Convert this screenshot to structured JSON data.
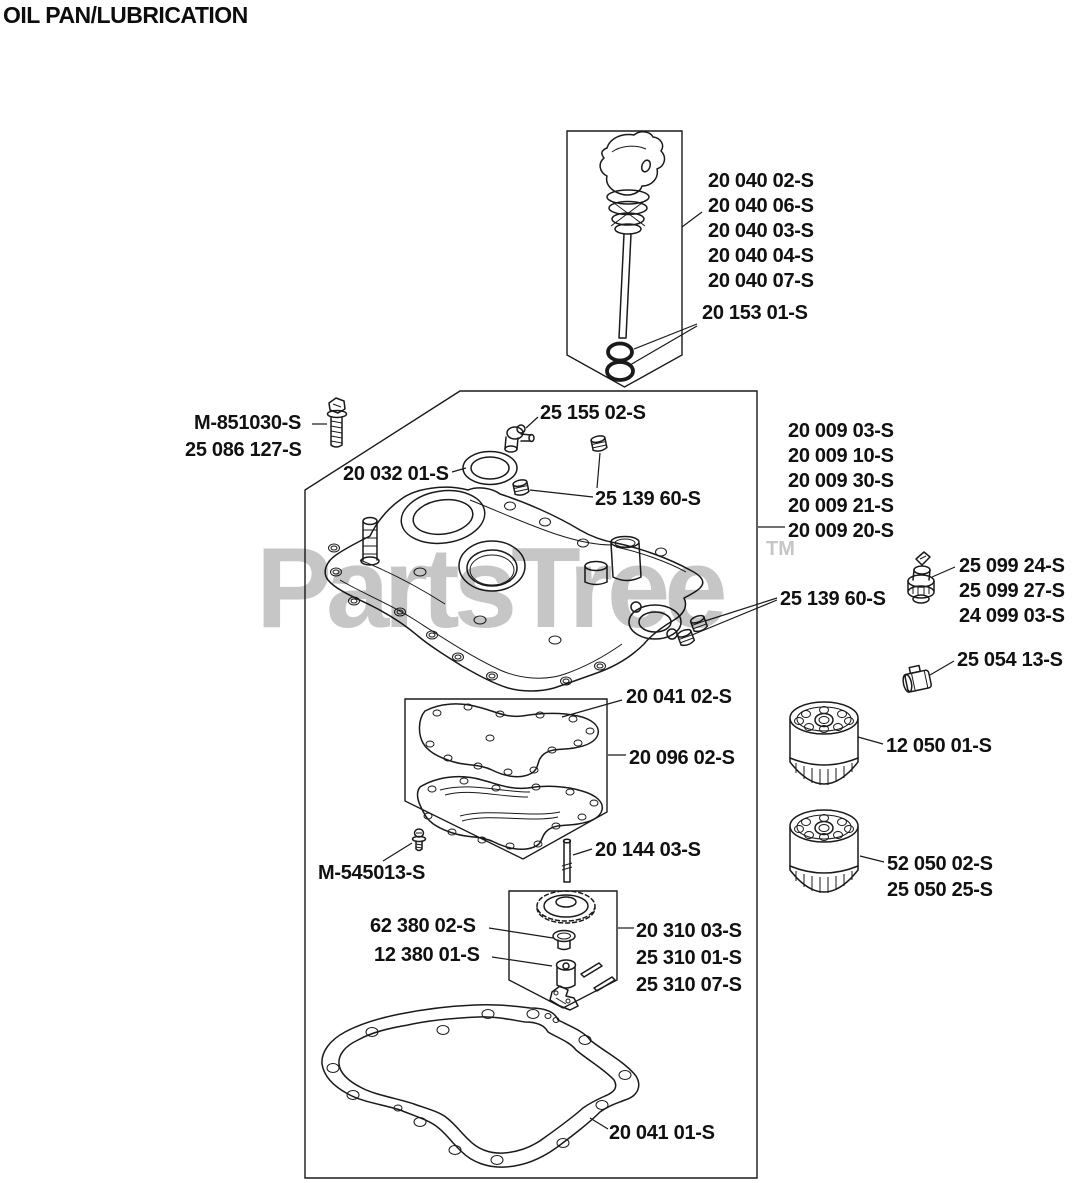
{
  "page": {
    "title": "OIL PAN/LUBRICATION"
  },
  "watermark": {
    "text": "PartsTree",
    "tm": "TM",
    "color": "#c6c6c6"
  },
  "colors": {
    "line": "#1a1a1a",
    "background": "#ffffff",
    "watermark": "#c6c6c6"
  },
  "diagram": {
    "part_labels": [
      {
        "text": "20 040 02-S"
      },
      {
        "text": "20 040 06-S"
      },
      {
        "text": "20 040 03-S"
      },
      {
        "text": "20 040 04-S"
      },
      {
        "text": "20 040 07-S"
      },
      {
        "text": "20 153 01-S"
      },
      {
        "text": "M-851030-S"
      },
      {
        "text": "25 086 127-S"
      },
      {
        "text": "25 155 02-S"
      },
      {
        "text": "20 032 01-S"
      },
      {
        "text": "25 139 60-S"
      },
      {
        "text": "20 009 03-S"
      },
      {
        "text": "20 009 10-S"
      },
      {
        "text": "20 009 30-S"
      },
      {
        "text": "20 009 21-S"
      },
      {
        "text": "20 009 20-S"
      },
      {
        "text": "25 099 24-S"
      },
      {
        "text": "25 099 27-S"
      },
      {
        "text": "24 099 03-S"
      },
      {
        "text": "25 139 60-S"
      },
      {
        "text": "25 054 13-S"
      },
      {
        "text": "20 041 02-S"
      },
      {
        "text": "12 050 01-S"
      },
      {
        "text": "20 096 02-S"
      },
      {
        "text": "52 050 02-S"
      },
      {
        "text": "25 050 25-S"
      },
      {
        "text": "20 144 03-S"
      },
      {
        "text": "M-545013-S"
      },
      {
        "text": "62 380 02-S"
      },
      {
        "text": "12 380 01-S"
      },
      {
        "text": "20 310 03-S"
      },
      {
        "text": "25 310 01-S"
      },
      {
        "text": "25 310 07-S"
      },
      {
        "text": "20 041 01-S"
      }
    ]
  }
}
